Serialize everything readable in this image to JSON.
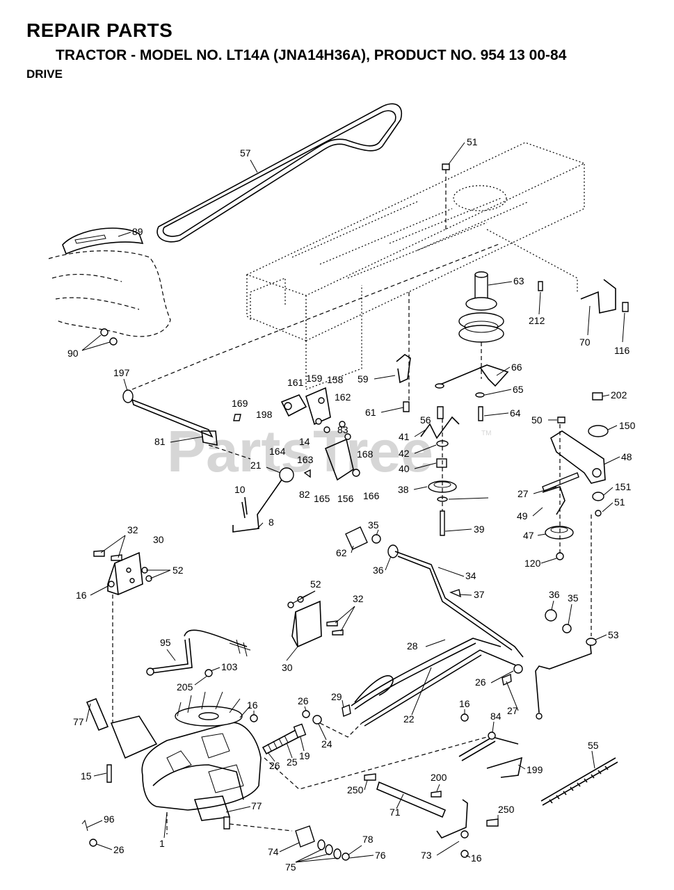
{
  "header": {
    "title": "REPAIR PARTS",
    "model_line": "TRACTOR - MODEL NO. LT14A (JNA14H36A), PRODUCT NO. 954 13 00-84",
    "section": "DRIVE"
  },
  "watermark": {
    "text": "PartsTree",
    "trademark": "TM"
  },
  "callouts": [
    "57",
    "51",
    "89",
    "63",
    "212",
    "70",
    "116",
    "90",
    "197",
    "66",
    "59",
    "65",
    "161",
    "159",
    "158",
    "202",
    "169",
    "162",
    "61",
    "56",
    "64",
    "50",
    "150",
    "198",
    "81",
    "41",
    "83",
    "14",
    "164",
    "42",
    "40",
    "163",
    "168",
    "48",
    "21",
    "27",
    "151",
    "10",
    "82",
    "165",
    "156",
    "166",
    "38",
    "51",
    "8",
    "49",
    "39",
    "47",
    "62",
    "35",
    "120",
    "36",
    "32",
    "30",
    "52",
    "34",
    "16",
    "37",
    "52",
    "32",
    "36",
    "35",
    "53",
    "95",
    "30",
    "28",
    "103",
    "205",
    "26",
    "29",
    "27",
    "77",
    "16",
    "26",
    "16",
    "84",
    "22",
    "24",
    "19",
    "25",
    "26",
    "15",
    "55",
    "199",
    "200",
    "250",
    "77",
    "71",
    "250",
    "96",
    "78",
    "26",
    "1",
    "74",
    "75",
    "76",
    "73",
    "16"
  ]
}
